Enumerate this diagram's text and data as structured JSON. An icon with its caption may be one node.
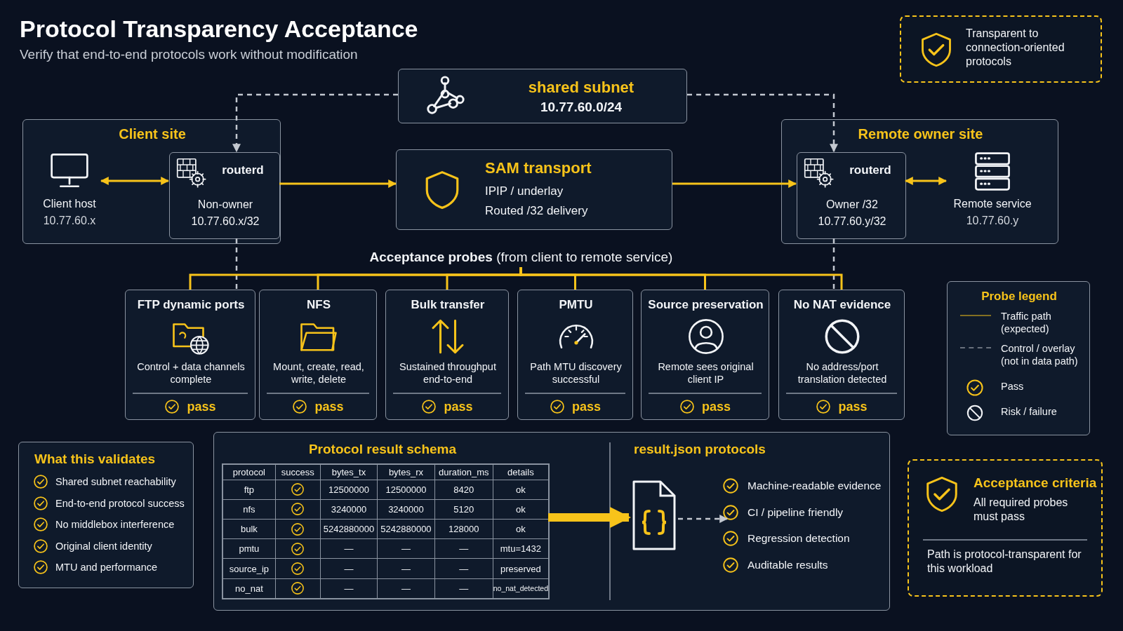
{
  "diagram": {
    "title": "Protocol Transparency Acceptance",
    "nodes": [
      {
        "text": [
          "Client site"
        ]
      },
      {
        "text": [
          "Client host",
          "10.77.60.x"
        ],
        "in": 0
      },
      {
        "text": [
          "routerd",
          "Non-owner",
          "10.77.60.x/32"
        ],
        "in": 0
      },
      {
        "text": [
          "shared subnet",
          "10.77.60.0/24"
        ]
      },
      {
        "text": [
          "SAM transport",
          "IPIP / underlay",
          "Routed /32 delivery"
        ]
      },
      {
        "text": [
          "Remote owner site"
        ]
      },
      {
        "text": [
          "routerd",
          "Owner /32",
          "10.77.60.y/32"
        ],
        "in": 5
      },
      {
        "text": [
          "Remote service",
          "10.77.60.y"
        ],
        "in": 5
      },
      {
        "text": [
          "**Acceptance probes** (from client to remote service)"
        ]
      },
      {
        "text": [
          "FTP dynamic ports",
          "Control + data channels complete",
          "pass"
        ]
      },
      {
        "text": [
          "NFS",
          "Mount, create, read, write, delete",
          "pass"
        ]
      },
      {
        "text": [
          "Bulk transfer",
          "Sustained throughput end-to-end",
          "pass"
        ]
      },
      {
        "text": [
          "PMTU",
          "Path MTU discovery successful",
          "pass"
        ]
      },
      {
        "text": [
          "Source preservation",
          "Remote sees original client IP",
          "pass"
        ]
      },
      {
        "text": [
          "No NAT evidence",
          "No address/port translation detected",
          "pass"
        ]
      },
      {
        "text": [
          "What this validates",
          "Shared subnet reachability",
          "End-to-end protocol success",
          "No middlebox interference",
          "Original client identity",
          "MTU and performance"
        ]
      },
      {
        "text": [
          "Protocol result schema",
          "result.json protocols",
          "Machine-readable evidence",
          "CI / pipeline friendly",
          "Regression detection",
          "Auditable results"
        ]
      },
      {
        "text": [],
        "shape": "box",
        "in": 16
      },
      {
        "text": [],
        "shape": "document",
        "in": 16
      },
      {
        "text": [
          "Acceptance criteria",
          "All required probes must pass",
          "Path is protocol-transparent for this workload"
        ]
      },
      {
        "text": [
          "Transparent to connection-oriented protocols"
        ]
      }
    ],
    "edges": [
      {
        "from": 1,
        "to": 2,
        "arrow": "both"
      },
      {
        "from": 2,
        "to": 4,
        "arrow": "to"
      },
      {
        "from": 4,
        "to": 6,
        "arrow": "to"
      },
      {
        "from": 6,
        "to": 7,
        "arrow": "both"
      },
      {
        "from": 3,
        "to": 2,
        "arrow": "to",
        "style": "dashed",
        "color": "#c3c8d0"
      },
      {
        "from": 3,
        "to": 6,
        "arrow": "to",
        "style": "dashed",
        "color": "#c3c8d0"
      },
      {
        "from": 2,
        "to": 9,
        "arrow": "none",
        "style": "dashed",
        "color": "#c3c8d0"
      },
      {
        "from": 6,
        "to": 14,
        "arrow": "none",
        "style": "dashed",
        "color": "#c3c8d0"
      },
      {
        "from": 8,
        "to": 9,
        "arrow": "none"
      },
      {
        "from": 8,
        "to": 10,
        "arrow": "none"
      },
      {
        "from": 8,
        "to": 11,
        "arrow": "none"
      },
      {
        "from": 8,
        "to": 12,
        "arrow": "none"
      },
      {
        "from": 8,
        "to": 13,
        "arrow": "none"
      },
      {
        "from": 8,
        "to": 14,
        "arrow": "none"
      },
      {
        "from": 17,
        "to": 18,
        "arrow": "to",
        "style": "thick"
      },
      {
        "from": 18,
        "to": null,
        "arrow": "to",
        "style": "dashed",
        "color": "#c3c8d0"
      }
    ],
    "labels": [
      "Verify that end-to-end protocols work without modification",
      "Probe legend",
      "protocol",
      "success",
      "bytes_tx",
      "bytes_rx",
      "duration_ms",
      "details",
      "ftp",
      "12500000",
      "12500000",
      "8420",
      "ok",
      "nfs",
      "3240000",
      "3240000",
      "5120",
      "ok",
      "bulk",
      "5242880000",
      "5242880000",
      "128000",
      "ok",
      "pmtu",
      "—",
      "—",
      "—",
      "mtu=1432",
      "source_ip",
      "—",
      "—",
      "—",
      "preserved",
      "no_nat",
      "—",
      "—",
      "—",
      "no_nat_detected"
    ],
    "legend": [
      {
        "text": "Traffic path (expected)"
      },
      {
        "text": "Control / overlay (not in data path)"
      },
      {
        "text": "Pass"
      },
      {
        "text": "Risk / failure"
      }
    ]
  }
}
